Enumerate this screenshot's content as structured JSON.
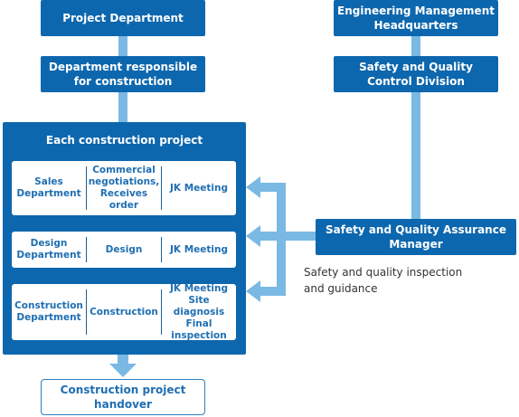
{
  "boxes": {
    "project_department": "Project Department",
    "dept_responsible": "Department responsible\nfor construction",
    "engineering_hq": "Engineering Management\nHeadquarters",
    "safety_quality_control": "Safety and Quality\nControl Division",
    "safety_quality_manager": "Safety and Quality Assurance\nManager",
    "each_project_title": "Each construction project",
    "handover": "Construction project\nhandover"
  },
  "rows": [
    {
      "dept": "Sales\nDepartment",
      "task": "Commercial\nnegotiations,\nReceives order",
      "meeting": "JK Meeting"
    },
    {
      "dept": "Design\nDepartment",
      "task": "Design",
      "meeting": "JK Meeting"
    },
    {
      "dept": "Construction\nDepartment",
      "task": "Construction",
      "meeting": "JK Meeting\nSite diagnosis\nFinal inspection"
    }
  ],
  "caption": "Safety and quality inspection\nand guidance",
  "colors": {
    "dark_blue": "#0d67ae",
    "light_blue": "#7ab9e3",
    "text_blue": "#1f6fb2"
  }
}
